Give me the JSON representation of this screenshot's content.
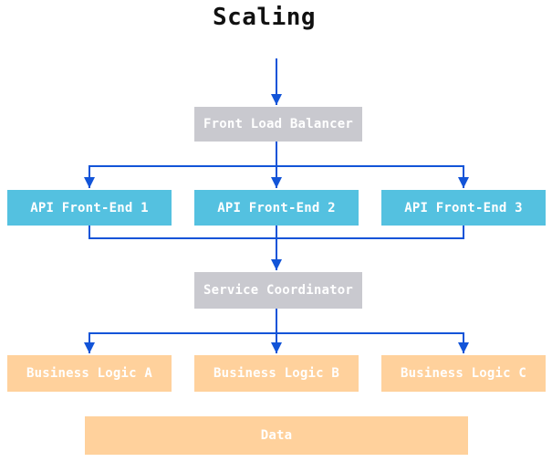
{
  "title": "Scaling",
  "colors": {
    "box_gray": "#c9c9cf",
    "box_cyan": "#54c1e0",
    "box_orange": "#ffd19c",
    "arrow_blue": "#1254d8",
    "node_text": "#ffffff",
    "title_text": "#111111",
    "background": "#ffffff"
  },
  "diagram": {
    "nodes": {
      "front_load_balancer": {
        "label": "Front Load Balancer",
        "type": "gray"
      },
      "api_front_end_1": {
        "label": "API Front-End 1",
        "type": "cyan"
      },
      "api_front_end_2": {
        "label": "API Front-End 2",
        "type": "cyan"
      },
      "api_front_end_3": {
        "label": "API Front-End 3",
        "type": "cyan"
      },
      "service_coordinator": {
        "label": "Service Coordinator",
        "type": "gray"
      },
      "business_logic_a": {
        "label": "Business Logic A",
        "type": "orange"
      },
      "business_logic_b": {
        "label": "Business Logic B",
        "type": "orange"
      },
      "business_logic_c": {
        "label": "Business Logic C",
        "type": "orange"
      },
      "data": {
        "label": "Data",
        "type": "orange"
      }
    },
    "edges": [
      {
        "from": "title",
        "to": "Front Load Balancer"
      },
      {
        "from": "Front Load Balancer",
        "to": "API Front-End 1"
      },
      {
        "from": "Front Load Balancer",
        "to": "API Front-End 2"
      },
      {
        "from": "Front Load Balancer",
        "to": "API Front-End 3"
      },
      {
        "from": "API Front-End 1",
        "to": "Service Coordinator"
      },
      {
        "from": "API Front-End 2",
        "to": "Service Coordinator"
      },
      {
        "from": "API Front-End 3",
        "to": "Service Coordinator"
      },
      {
        "from": "Service Coordinator",
        "to": "Business Logic A"
      },
      {
        "from": "Service Coordinator",
        "to": "Business Logic B"
      },
      {
        "from": "Service Coordinator",
        "to": "Business Logic C"
      }
    ]
  }
}
